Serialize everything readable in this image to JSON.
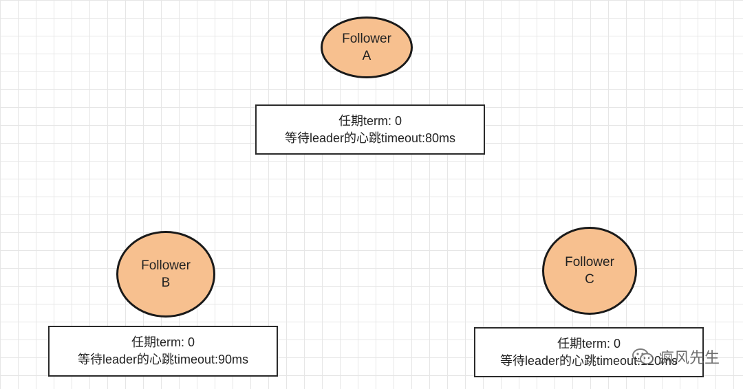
{
  "nodes": [
    {
      "id": "a",
      "role": "Follower",
      "label": "A",
      "term": "任期term: 0",
      "timeout": "等待leader的心跳timeout:80ms"
    },
    {
      "id": "b",
      "role": "Follower",
      "label": "B",
      "term": "任期term: 0",
      "timeout": "等待leader的心跳timeout:90ms"
    },
    {
      "id": "c",
      "role": "Follower",
      "label": "C",
      "term": "任期term: 0",
      "timeout": "等待leader的心跳timeout:120ms"
    }
  ],
  "watermark": {
    "text": "疯风先生",
    "icon": "wechat-icon"
  },
  "colors": {
    "node_fill": "#f7c08f",
    "border": "#1a1a1a",
    "grid": "#e6e6e6"
  }
}
